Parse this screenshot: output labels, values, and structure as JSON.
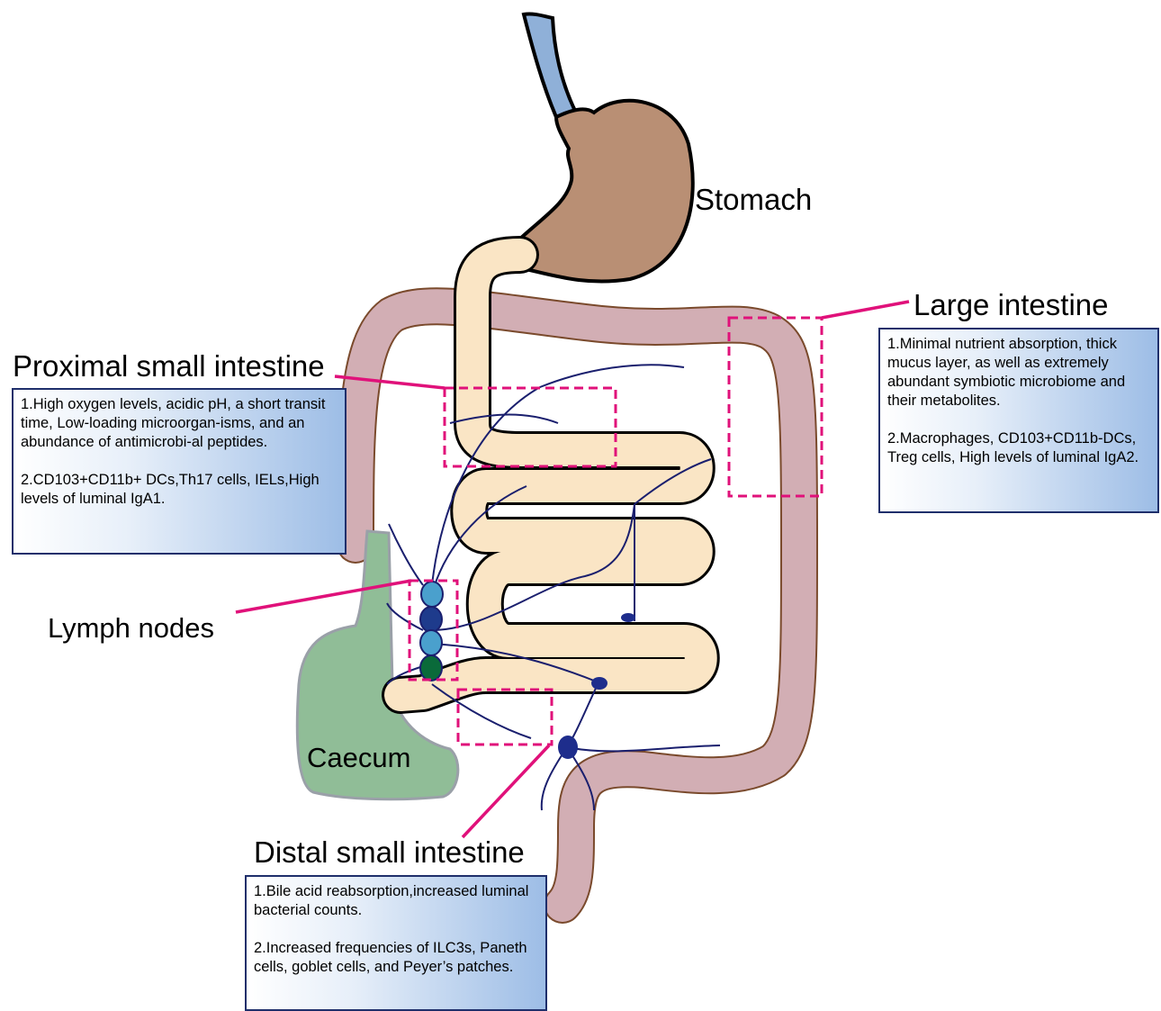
{
  "labels": {
    "stomach": "Stomach",
    "large_intestine": "Large intestine",
    "proximal_small_intestine": "Proximal small intestine",
    "lymph_nodes": "Lymph nodes",
    "caecum": "Caecum",
    "distal_small_intestine": "Distal small intestine"
  },
  "boxes": {
    "proximal": {
      "p1": "1.High oxygen levels, acidic pH, a short transit time, Low-loading microorgan-isms, and an abundance of antimicrobi-al peptides.",
      "p2": "2.CD103+CD11b+ DCs,Th17 cells, IELs,High levels of luminal IgA1."
    },
    "large": {
      "p1": "1.Minimal nutrient absorption, thick mucus layer, as well as extremely abundant symbiotic microbiome and their metabolites.",
      "p2": "2.Macrophages, CD103+CD11b-DCs, Treg cells, High levels of luminal IgA2."
    },
    "distal": {
      "p1": "1.Bile acid reabsorption,increased luminal bacterial counts.",
      "p2": "2.Increased frequencies of ILC3s, Paneth cells, goblet cells, and Peyer’s patches."
    }
  },
  "colors": {
    "esophagus": "#8fb0d8",
    "stomach": "#b98f74",
    "small_intestine": "#fae5c5",
    "large_intestine": "#d2aeb4",
    "caecum": "#90bd97",
    "lymph_vessel": "#1a1f6e",
    "callout": "#e0117a"
  }
}
